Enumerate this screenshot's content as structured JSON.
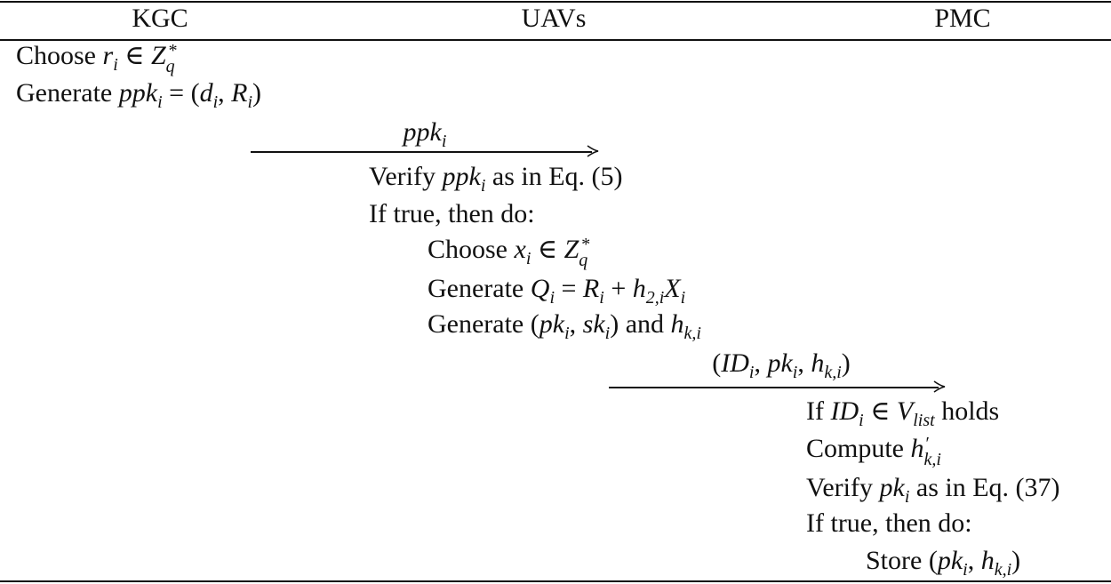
{
  "headers": {
    "kgc": "KGC",
    "uavs": "UAVs",
    "pmc": "PMC"
  },
  "kgc_steps": {
    "choose_prefix": "Choose",
    "choose_var": "r",
    "choose_sub": "i",
    "choose_set": "Z",
    "choose_set_sup": "*",
    "choose_set_sub": "q",
    "generate_prefix": "Generate",
    "generate_var": "ppk",
    "generate_sub": "i",
    "generate_rhs_d": "d",
    "generate_rhs_R": "R"
  },
  "msg1": {
    "label_var": "ppk",
    "label_sub": "i"
  },
  "uav_steps": {
    "verify_prefix": "Verify",
    "verify_var": "ppk",
    "verify_sub": "i",
    "verify_suffix": "as in Eq. (5)",
    "if_true": "If true, then do:",
    "choose_prefix": "Choose",
    "choose_var": "x",
    "choose_sub": "i",
    "gen_q_prefix": "Generate",
    "gen_q_Q": "Q",
    "gen_q_R": "R",
    "gen_q_h": "h",
    "gen_q_h_sub": "2,i",
    "gen_q_X": "X",
    "gen_keys_prefix": "Generate",
    "gen_keys_pk": "pk",
    "gen_keys_sk": "sk",
    "gen_keys_and": "and",
    "gen_keys_h": "h",
    "gen_keys_h_sub": "k,i"
  },
  "msg2": {
    "id": "ID",
    "pk": "pk",
    "h": "h",
    "h_sub": "k,i"
  },
  "pmc_steps": {
    "if_prefix": "If",
    "if_id": "ID",
    "if_list": "V",
    "if_list_sub": "list",
    "if_suffix": "holds",
    "compute_prefix": "Compute",
    "compute_h": "h",
    "compute_h_sup": "′",
    "compute_h_sub": "k,i",
    "verify_prefix": "Verify",
    "verify_var": "pk",
    "verify_sub": "i",
    "verify_suffix": "as in Eq. (37)",
    "if_true": "If true, then do:",
    "store_prefix": "Store",
    "store_pk": "pk",
    "store_h": "h",
    "store_h_sub": "k,i"
  }
}
